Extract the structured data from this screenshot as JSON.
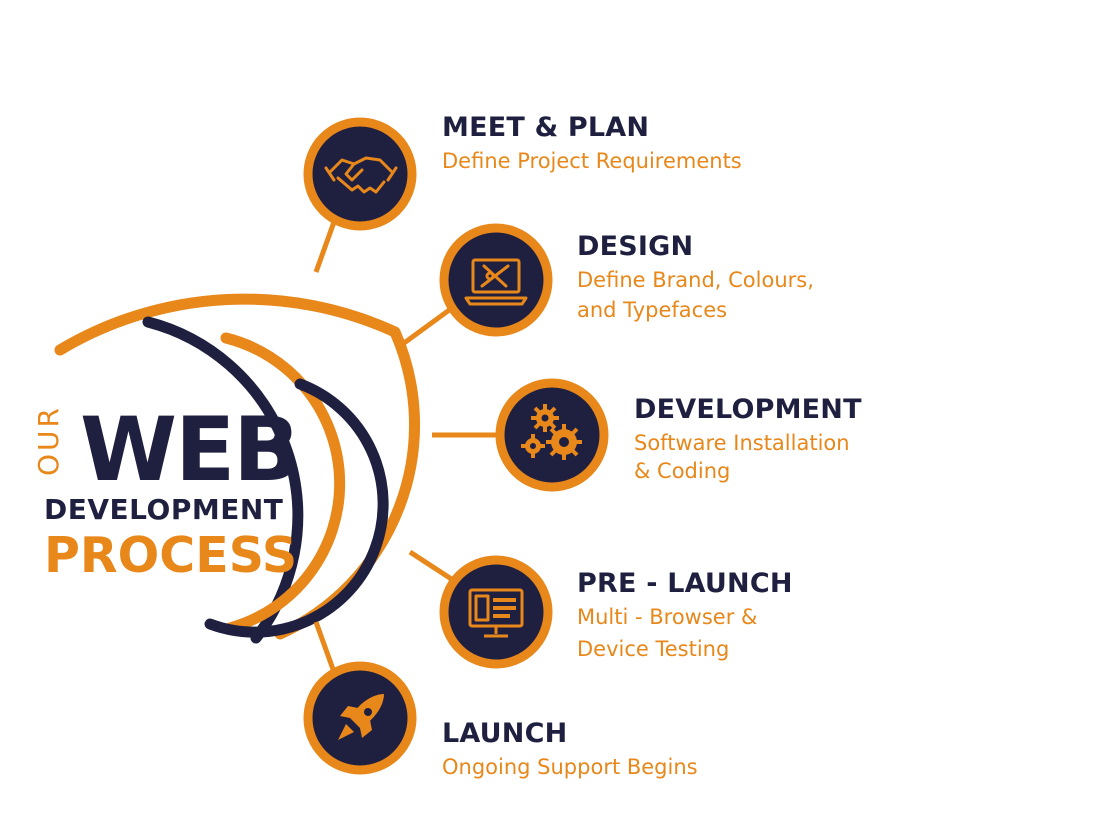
{
  "brand": {
    "line1": "OUR",
    "line2": "WEB",
    "line3": "DEVELOPMENT",
    "line4": "PROCESS"
  },
  "colors": {
    "accent": "#e8871a",
    "dark": "#1f2040",
    "background": "#ffffff"
  },
  "steps": [
    {
      "title": "MEET & PLAN",
      "description": [
        "Define Project Requirements"
      ],
      "icon": "handshake-icon"
    },
    {
      "title": "DESIGN",
      "description": [
        "Define Brand, Colours,",
        "and Typefaces"
      ],
      "icon": "laptop-design-icon"
    },
    {
      "title": "DEVELOPMENT",
      "description": [
        "Software Installation",
        "& Coding"
      ],
      "icon": "gears-icon"
    },
    {
      "title": "PRE - LAUNCH",
      "description": [
        "Multi - Browser &",
        "Device Testing"
      ],
      "icon": "monitor-testing-icon"
    },
    {
      "title": "LAUNCH",
      "description": [
        "Ongoing Support Begins"
      ],
      "icon": "rocket-icon"
    }
  ]
}
